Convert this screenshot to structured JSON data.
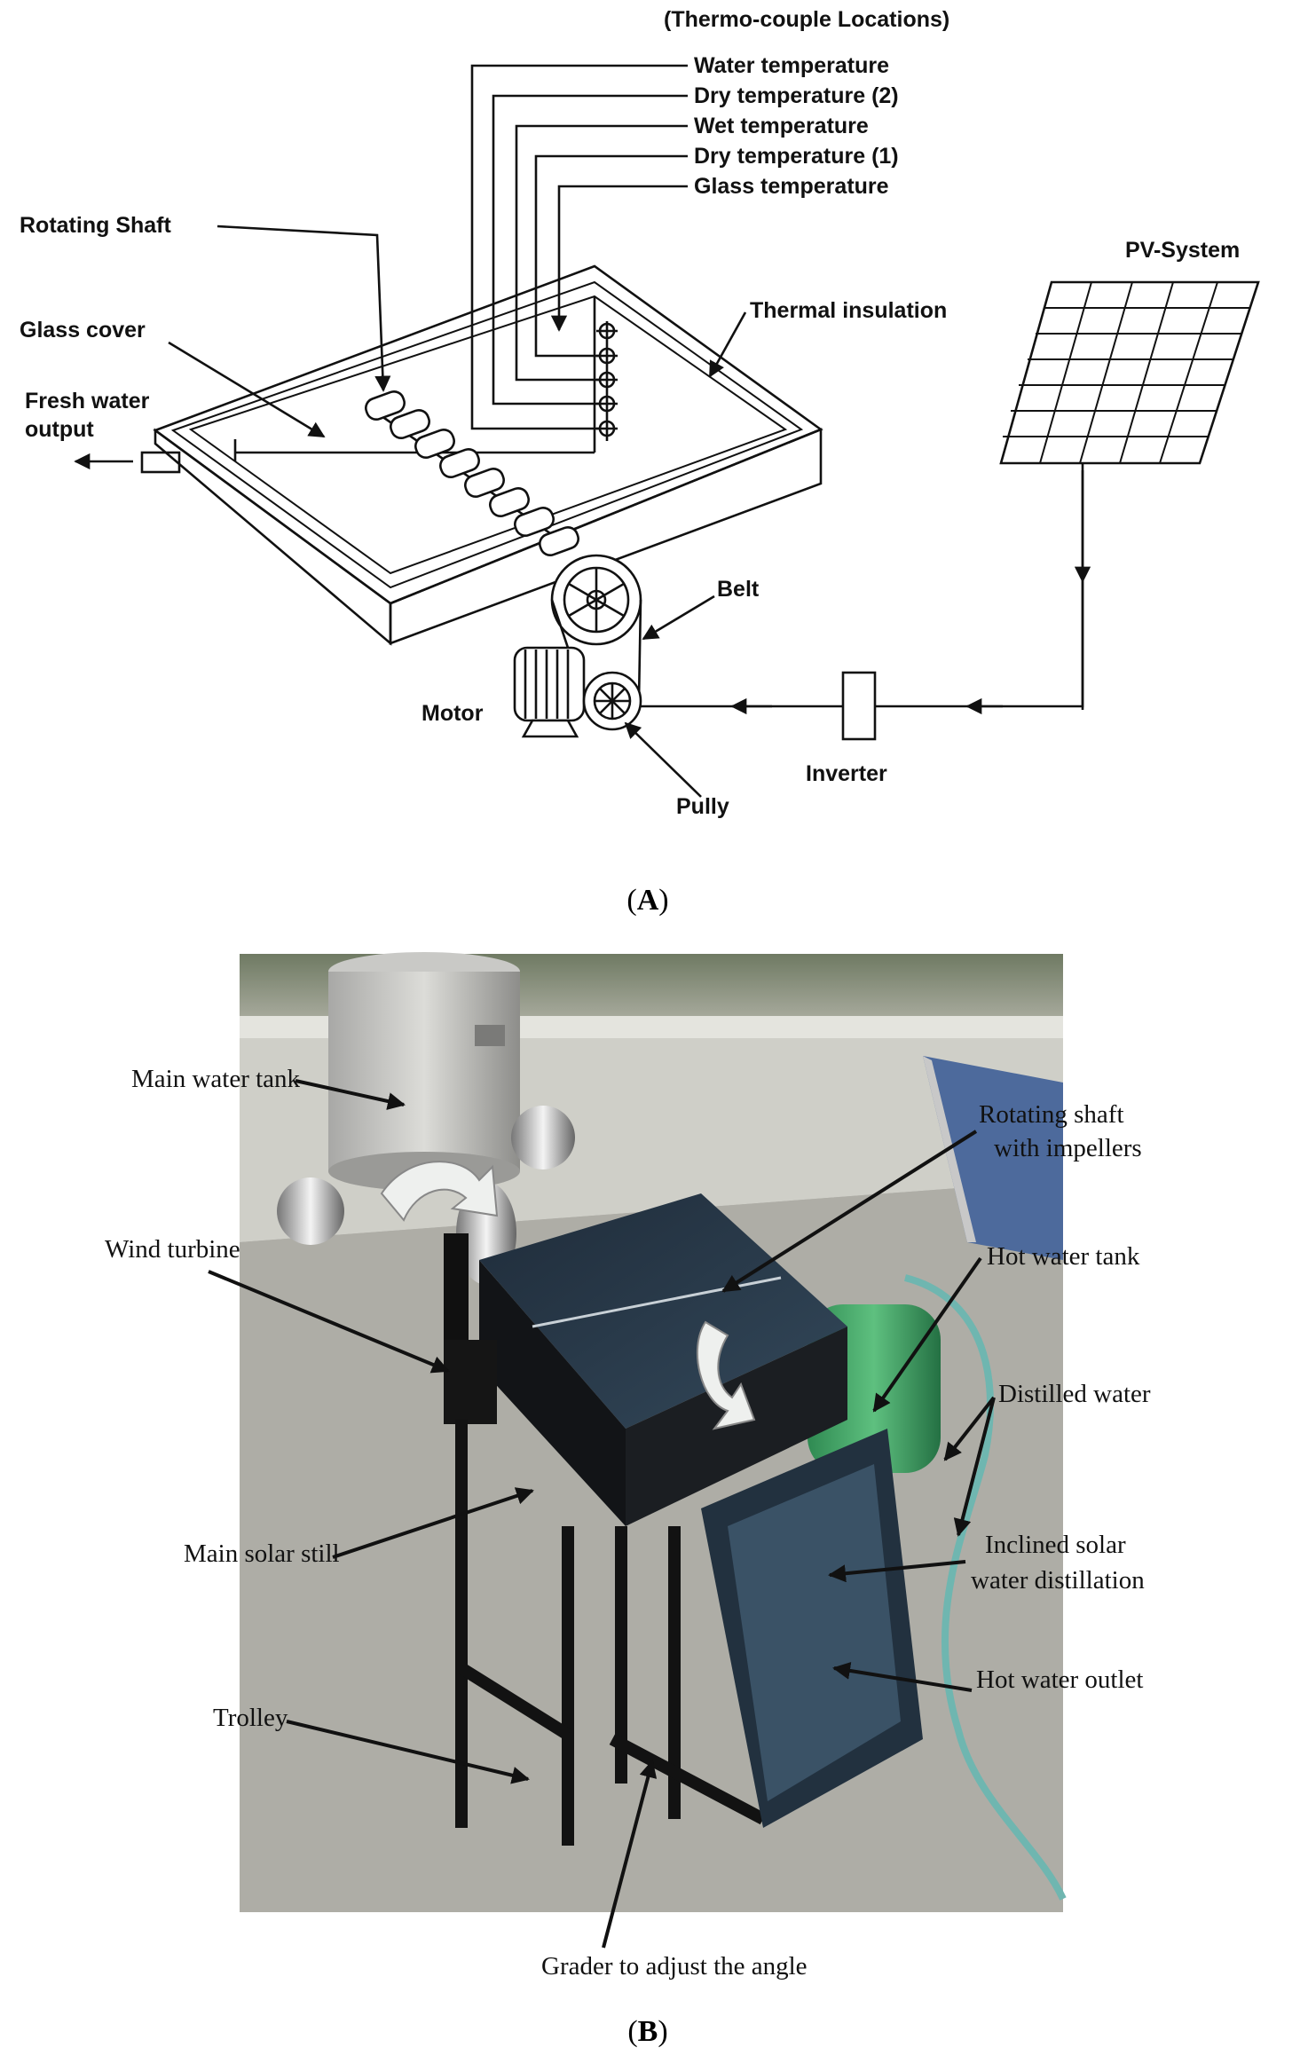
{
  "diagram_a": {
    "header": "(Thermo-couple Locations)",
    "thermocouples": [
      "Water temperature",
      "Dry temperature (2)",
      "Wet temperature",
      "Dry temperature (1)",
      "Glass temperature"
    ],
    "labels": {
      "rotating_shaft": "Rotating Shaft",
      "glass_cover": "Glass cover",
      "fresh_water_line1": "Fresh water",
      "fresh_water_line2": "output",
      "thermal_insulation": "Thermal insulation",
      "pv_system": "PV-System",
      "belt": "Belt",
      "motor": "Motor",
      "inverter": "Inverter",
      "pully": "Pully"
    },
    "caption_letter": "A"
  },
  "photo_b": {
    "labels": {
      "main_water_tank": "Main water tank",
      "wind_turbine": "Wind turbine",
      "rotating_shaft_line1": "Rotating shaft",
      "rotating_shaft_line2": "with impellers",
      "hot_water_tank": "Hot water tank",
      "distilled_water": "Distilled water",
      "inclined_line1": "Inclined solar",
      "inclined_line2": "water distillation",
      "main_solar_still": "Main solar still",
      "hot_water_outlet": "Hot water outlet",
      "trolley": "Trolley",
      "grader": "Grader to adjust the angle"
    },
    "caption_letter": "B"
  }
}
